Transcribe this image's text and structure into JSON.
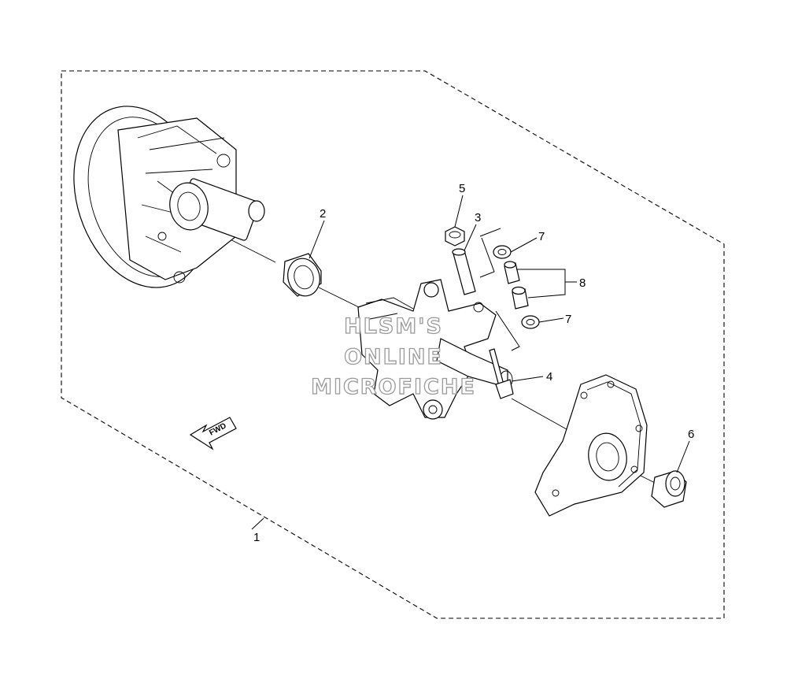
{
  "callouts": {
    "c1": "1",
    "c2": "2",
    "c3": "3",
    "c4": "4",
    "c5": "5",
    "c6": "6",
    "c7a": "7",
    "c7b": "7",
    "c8": "8"
  },
  "fwd_label": "FWD",
  "watermark": {
    "line1": "HLSM'S",
    "line2": "ONLINE",
    "line3": "MICROFICHE"
  }
}
